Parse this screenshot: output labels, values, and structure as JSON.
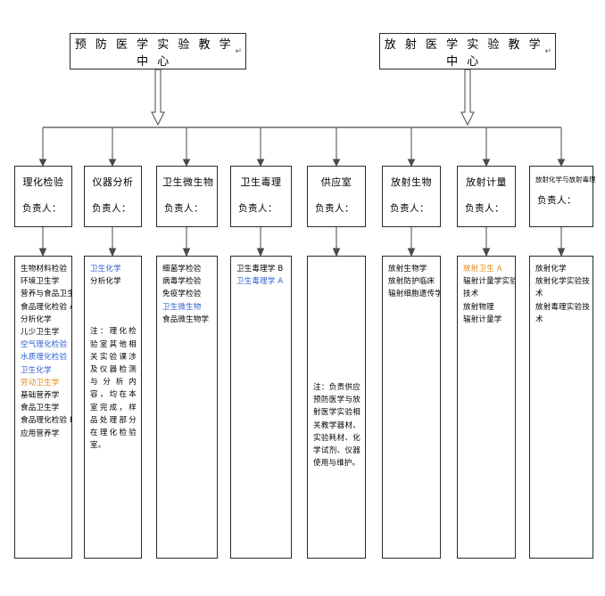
{
  "diagram": {
    "type": "org-chart",
    "title_nodes": [
      {
        "id": "prev-med",
        "label": "预 防 医 学 实 验 教 学 中 心",
        "cr": "↵"
      },
      {
        "id": "rad-med",
        "label": "放 射 医 学 实 验 教 学 中 心",
        "cr": "↵"
      }
    ],
    "departments": [
      {
        "id": "phys-chem-test",
        "title": "理化检验",
        "owner": "负责人：",
        "cr": "↵"
      },
      {
        "id": "instrument-analysis",
        "title": "仪器分析",
        "owner": "负责人：",
        "cr": "↵"
      },
      {
        "id": "hygiene-microbiology",
        "title": "卫生微生物",
        "owner": "负责人：",
        "cr": "↵"
      },
      {
        "id": "hygiene-toxicology",
        "title": "卫生毒理",
        "owner": "负责人：",
        "cr": "↵"
      },
      {
        "id": "supply-room",
        "title": "供应室",
        "owner": "负责人：",
        "cr": "↵"
      },
      {
        "id": "radiation-biology",
        "title": "放射生物",
        "owner": "负责人：",
        "cr": "↵"
      },
      {
        "id": "radiation-dosimetry",
        "title": "放射计量",
        "owner": "负责人：",
        "cr": "↵"
      },
      {
        "id": "rad-chem-toxicology",
        "title": "放射化学与放射毒理",
        "owner": "负责人：",
        "cr": "↵",
        "small": true
      }
    ],
    "course_lists": [
      {
        "id": "phys-chem-test-courses",
        "items": [
          {
            "text": "生物材料检验",
            "color": "#000000"
          },
          {
            "text": "环境卫生学",
            "color": "#000000"
          },
          {
            "text": "营养与食品卫生",
            "color": "#000000"
          },
          {
            "text": "食品理化检验 A",
            "color": "#000000"
          },
          {
            "text": "分析化学",
            "color": "#000000"
          },
          {
            "text": "儿少卫生学",
            "color": "#000000"
          },
          {
            "text": "空气理化检验",
            "color": "#2d5fd0"
          },
          {
            "text": "水质理化检验",
            "color": "#2d5fd0"
          },
          {
            "text": "卫生化学",
            "color": "#2d5fd0"
          },
          {
            "text": "劳动卫生学",
            "color": "#e08a13"
          },
          {
            "text": "基础营养学",
            "color": "#000000"
          },
          {
            "text": "食品卫生学",
            "color": "#000000"
          },
          {
            "text": "食品理化检验 B",
            "color": "#000000"
          },
          {
            "text": "应用营养学",
            "color": "#000000"
          }
        ],
        "note": ""
      },
      {
        "id": "instrument-analysis-courses",
        "items": [
          {
            "text": "卫生化学",
            "color": "#2d5fd0"
          },
          {
            "text": "分析化学",
            "color": "#000000"
          }
        ],
        "note": "注：理化检验室其他相关实验课涉及仪器检测与分析内容，均在本室完成，样品处理部分在理化检验室。"
      },
      {
        "id": "hygiene-microbiology-courses",
        "items": [
          {
            "text": "细菌学检验",
            "color": "#000000"
          },
          {
            "text": "病毒学检验",
            "color": "#000000"
          },
          {
            "text": "免疫学检验",
            "color": "#000000"
          },
          {
            "text": "卫生微生物",
            "color": "#2d5fd0"
          },
          {
            "text": "食品微生物学",
            "color": "#000000"
          }
        ],
        "note": ""
      },
      {
        "id": "hygiene-toxicology-courses",
        "items": [
          {
            "text": "卫生毒理学 B",
            "color": "#000000"
          },
          {
            "text": "卫生毒理学 A",
            "color": "#2d5fd0"
          }
        ],
        "note": ""
      },
      {
        "id": "supply-room-courses",
        "items": [],
        "note": "注：负责供应预防医学与放射医学实验相关教学器材、实验耗材、化学试剂、仪器使用与维护。"
      },
      {
        "id": "radiation-biology-courses",
        "items": [
          {
            "text": "放射生物学",
            "color": "#000000"
          },
          {
            "text": "放射防护临床",
            "color": "#000000"
          },
          {
            "text": "辐射细胞遗传学",
            "color": "#000000"
          }
        ],
        "note": ""
      },
      {
        "id": "radiation-dosimetry-courses",
        "items": [
          {
            "text": "放射卫生 A",
            "color": "#e08a13"
          },
          {
            "text": "辐射计量学实验",
            "color": "#000000"
          },
          {
            "text": "技术",
            "color": "#000000"
          },
          {
            "text": "放射物理",
            "color": "#000000"
          },
          {
            "text": "辐射计量学",
            "color": "#000000"
          }
        ],
        "note": ""
      },
      {
        "id": "rad-chem-toxicology-courses",
        "items": [
          {
            "text": "放射化学",
            "color": "#000000"
          },
          {
            "text": "放射化学实验技",
            "color": "#000000"
          },
          {
            "text": "术",
            "color": "#000000"
          },
          {
            "text": "放射毒理实验技",
            "color": "#000000"
          },
          {
            "text": "术",
            "color": "#000000"
          }
        ],
        "note": ""
      }
    ],
    "colors": {
      "border": "#2b2b2b",
      "background": "#ffffff",
      "text": "#000000",
      "blue_highlight": "#2d5fd0",
      "orange_highlight": "#e08a13",
      "connector": "#4a4a4a"
    }
  }
}
